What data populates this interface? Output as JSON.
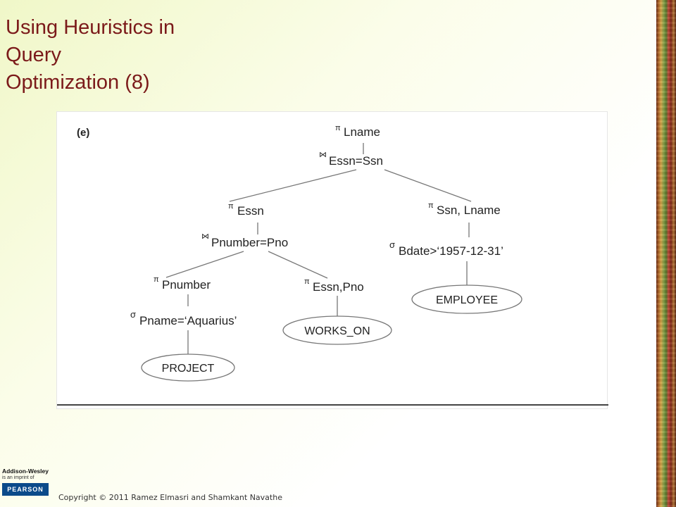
{
  "slide": {
    "title_lines": [
      "Using Heuristics in",
      "Query",
      "Optimization (8)"
    ],
    "copyright": "Copyright © 2011 Ramez Elmasri and Shamkant Navathe"
  },
  "logo": {
    "publisher": "Addison-Wesley",
    "imprint": "is an imprint of",
    "brand": "PEARSON"
  },
  "diagram": {
    "label": "(e)",
    "nodes": {
      "pi_lname": {
        "op": "π",
        "text": "Lname"
      },
      "join_essn_ssn": {
        "op": "⋈",
        "text": "Essn=Ssn"
      },
      "pi_essn": {
        "op": "π",
        "text": "Essn"
      },
      "join_pnumber_pno": {
        "op": "⋈",
        "text": "Pnumber=Pno"
      },
      "pi_pnumber": {
        "op": "π",
        "text": "Pnumber"
      },
      "sigma_pname": {
        "op": "σ",
        "text": "Pname=‘Aquarius’"
      },
      "project": {
        "text": "PROJECT"
      },
      "pi_essn_pno": {
        "op": "π",
        "text": "Essn,Pno"
      },
      "works_on": {
        "text": "WORKS_ON"
      },
      "pi_ssn_lname": {
        "op": "π",
        "text": "Ssn, Lname"
      },
      "sigma_bdate": {
        "op": "σ",
        "text": "Bdate>‘1957-12-31’"
      },
      "employee": {
        "text": "EMPLOYEE"
      }
    }
  }
}
